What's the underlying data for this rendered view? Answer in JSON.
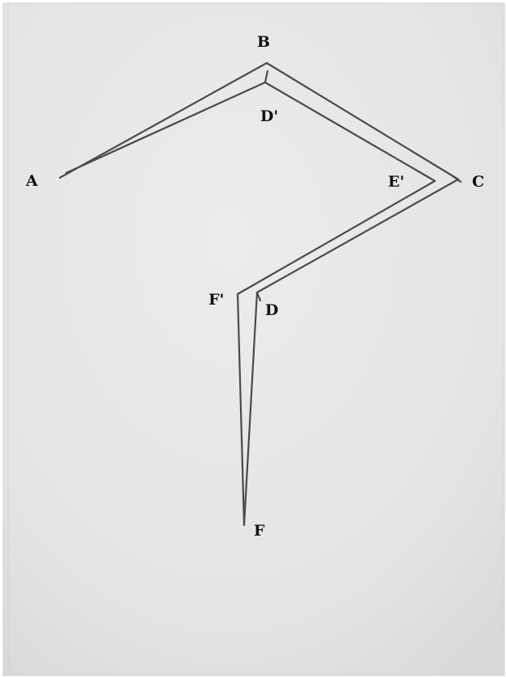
{
  "labels": {
    "A": "A",
    "B": "B",
    "C": "C",
    "D": "D",
    "D_prime": "D'",
    "E_prime": "E'",
    "F": "F",
    "F_prime": "F'"
  },
  "colors": {
    "paper": "#e6e6e4",
    "pencil": "#4a4a4a",
    "label": "#111111"
  }
}
